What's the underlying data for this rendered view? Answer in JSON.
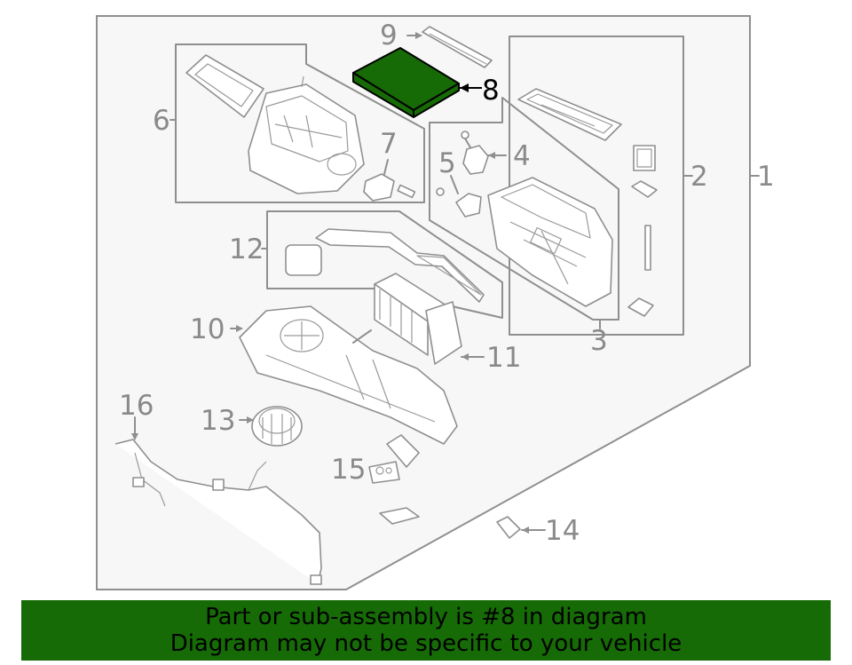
{
  "diagram": {
    "highlight_color": "#166b06",
    "callouts": {
      "c1": "1",
      "c2": "2",
      "c3": "3",
      "c4": "4",
      "c5": "5",
      "c6": "6",
      "c7": "7",
      "c8": "8",
      "c9": "9",
      "c10": "10",
      "c11": "11",
      "c12": "12",
      "c13": "13",
      "c14": "14",
      "c15": "15",
      "c16": "16"
    },
    "highlighted_part": "8"
  },
  "banner": {
    "line1": "Part or sub-assembly is #8 in diagram",
    "line2": "Diagram may not be specific to your vehicle",
    "background": "#166b06"
  }
}
